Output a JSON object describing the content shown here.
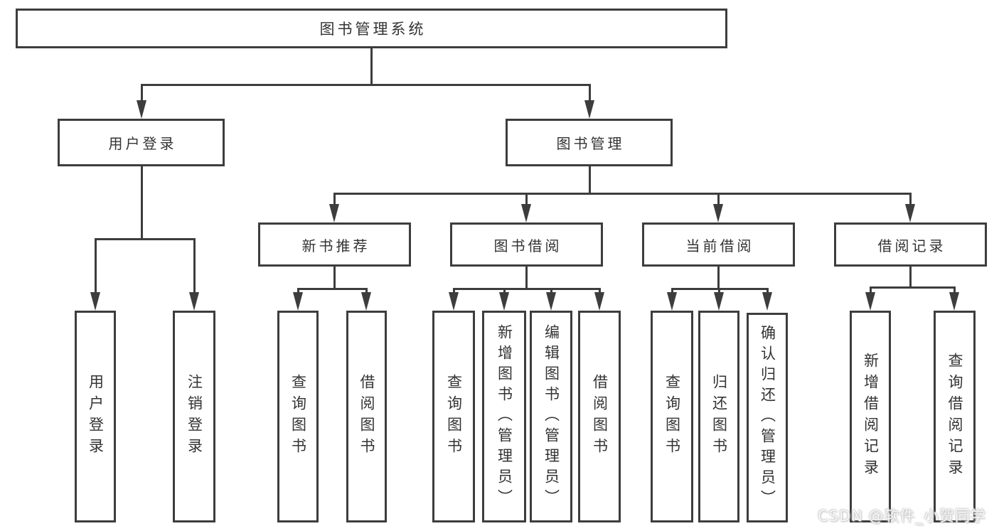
{
  "tree": {
    "root": "图书管理系统",
    "branches": [
      {
        "label": "用户登录",
        "leaves": [
          "用户登录",
          "注销登录"
        ]
      },
      {
        "label": "图书管理",
        "sections": [
          {
            "label": "新书推荐",
            "leaves": [
              "查询图书",
              "借阅图书"
            ]
          },
          {
            "label": "图书借阅",
            "leaves": [
              "查询图书",
              "新增图书（管理员）",
              "编辑图书（管理员）",
              "借阅图书"
            ]
          },
          {
            "label": "当前借阅",
            "leaves": [
              "查询图书",
              "归还图书",
              "确认归还（管理员）"
            ]
          },
          {
            "label": "借阅记录",
            "leaves": [
              "新增借阅记录",
              "查询借阅记录"
            ]
          }
        ]
      }
    ]
  },
  "watermark": {
    "text": "CSDN @软件_小贺同学"
  },
  "colors": {
    "line": "#3d3d3d",
    "text": "#333333",
    "background": "#ffffff",
    "watermark": "#c8c8c8"
  }
}
